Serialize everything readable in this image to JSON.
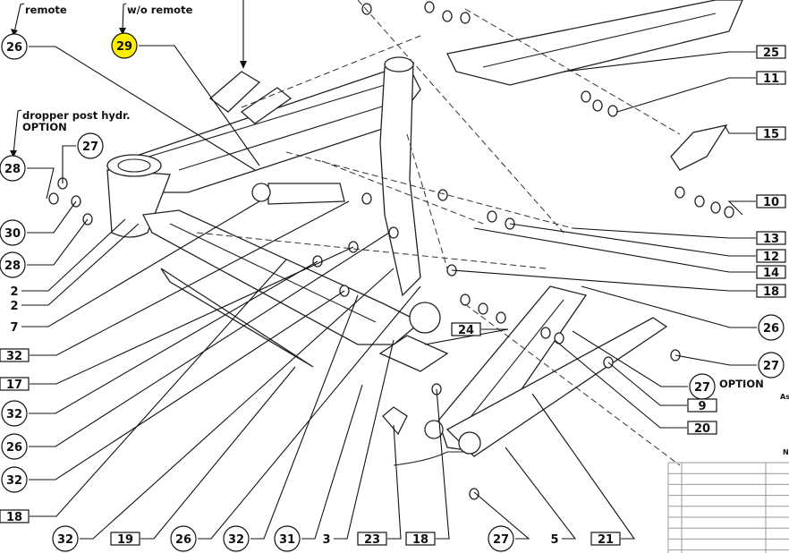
{
  "notes": {
    "remote": "remote",
    "without_remote": "w/o remote",
    "dropper_line1": "dropper  post hydr.",
    "dropper_line2": "OPTION",
    "option_right": "OPTION",
    "edge_text_1": "As",
    "edge_text_2": "N"
  },
  "highlight_color": "#ffee00",
  "callouts": [
    {
      "label": "26",
      "shape": "circle"
    },
    {
      "label": "29",
      "shape": "circle",
      "highlighted": true
    },
    {
      "label": "27",
      "shape": "circle"
    },
    {
      "label": "28",
      "shape": "circle"
    },
    {
      "label": "30",
      "shape": "circle"
    },
    {
      "label": "28",
      "shape": "circle"
    },
    {
      "label": "2",
      "shape": "text"
    },
    {
      "label": "2",
      "shape": "text"
    },
    {
      "label": "7",
      "shape": "text"
    },
    {
      "label": "32",
      "shape": "box"
    },
    {
      "label": "17",
      "shape": "box"
    },
    {
      "label": "32",
      "shape": "circle"
    },
    {
      "label": "26",
      "shape": "circle"
    },
    {
      "label": "32",
      "shape": "circle"
    },
    {
      "label": "18",
      "shape": "box"
    },
    {
      "label": "32",
      "shape": "circle"
    },
    {
      "label": "19",
      "shape": "box"
    },
    {
      "label": "26",
      "shape": "circle"
    },
    {
      "label": "32",
      "shape": "circle"
    },
    {
      "label": "31",
      "shape": "circle"
    },
    {
      "label": "3",
      "shape": "text"
    },
    {
      "label": "23",
      "shape": "box"
    },
    {
      "label": "18",
      "shape": "box"
    },
    {
      "label": "27",
      "shape": "circle"
    },
    {
      "label": "5",
      "shape": "text"
    },
    {
      "label": "21",
      "shape": "box"
    },
    {
      "label": "25",
      "shape": "box"
    },
    {
      "label": "11",
      "shape": "box"
    },
    {
      "label": "15",
      "shape": "box"
    },
    {
      "label": "10",
      "shape": "box"
    },
    {
      "label": "13",
      "shape": "box"
    },
    {
      "label": "12",
      "shape": "box"
    },
    {
      "label": "14",
      "shape": "box"
    },
    {
      "label": "18",
      "shape": "box"
    },
    {
      "label": "26",
      "shape": "circle"
    },
    {
      "label": "27",
      "shape": "circle"
    },
    {
      "label": "27",
      "shape": "circle"
    },
    {
      "label": "9",
      "shape": "box"
    },
    {
      "label": "20",
      "shape": "box"
    },
    {
      "label": "24",
      "shape": "box"
    }
  ]
}
